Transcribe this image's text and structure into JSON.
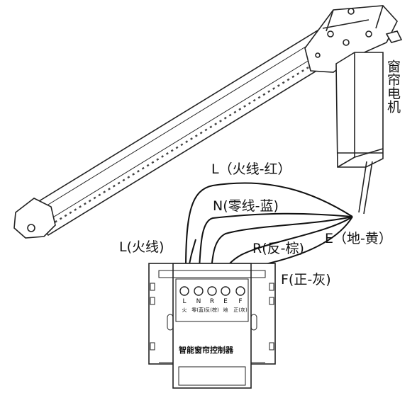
{
  "motor_label": "窗帘电机",
  "wire_labels": {
    "l_live_red": "L（火线-红）",
    "n_neutral_blue": "N(零线-蓝)",
    "l_live": "L(火线)",
    "r_reverse_brown": "R(反-棕)",
    "e_earth_yellow": "E（地-黄）",
    "f_forward_gray": "F(正-灰)"
  },
  "terminals": [
    {
      "code": "L",
      "name": "火"
    },
    {
      "code": "N",
      "name": "零(蓝)"
    },
    {
      "code": "R",
      "name": "反(棕)"
    },
    {
      "code": "E",
      "name": "地"
    },
    {
      "code": "F",
      "name": "正(灰)"
    }
  ],
  "controller_label": "智能窗帘控制器"
}
